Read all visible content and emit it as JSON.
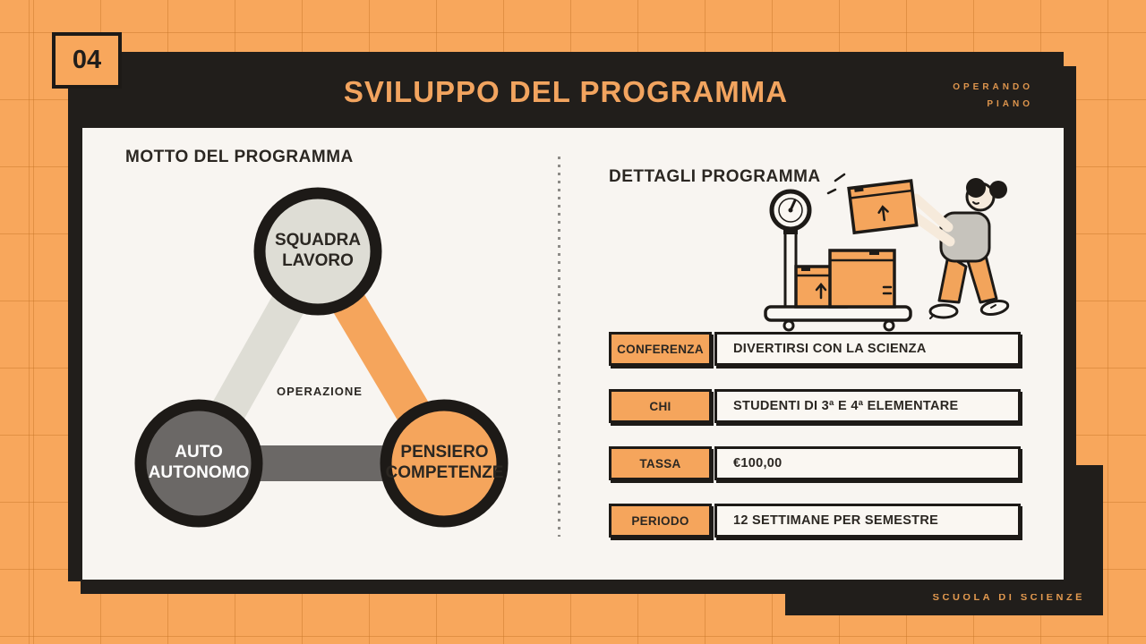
{
  "page_number": "04",
  "title": "SVILUPPO DEL PROGRAMMA",
  "corner_tag": {
    "line1": "OPERANDO",
    "line2": "PIANO"
  },
  "footer_tag": "SCUOLA DI SCIENZE",
  "left_panel": {
    "heading": "MOTTO DEL PROGRAMMA",
    "diagram": {
      "center_label": "OPERAZIONE",
      "nodes": [
        {
          "label": "SQUADRA LAVORO",
          "fill": "#DEDDD5",
          "text_color": "#2B2722"
        },
        {
          "label": "AUTO AUTONOMO",
          "fill": "#6B6866",
          "text_color": "#FFFFFF"
        },
        {
          "label": "PENSIERO COMPETENZE",
          "fill": "#F5A55C",
          "text_color": "#2B2722"
        }
      ]
    }
  },
  "right_panel": {
    "heading": "DETTAGLI PROGRAMMA",
    "illustration": "woman-loading-boxes-on-platform-scale",
    "table": {
      "rows": [
        {
          "label": "CONFERENZA",
          "value": "DIVERTIRSI CON LA SCIENZA"
        },
        {
          "label": "CHI",
          "value": "STUDENTI DI 3ª E 4ª ELEMENTARE"
        },
        {
          "label": "TASSA",
          "value": "€100,00"
        },
        {
          "label": "PERIODO",
          "value": "12 SETTIMANE PER SEMESTRE"
        }
      ]
    }
  },
  "colors": {
    "background_orange": "#F8A75C",
    "accent_orange": "#F5A55C",
    "dark": "#211E1B",
    "cream": "#F8F5F1",
    "light_gray": "#DEDDD5",
    "mid_gray": "#6B6866",
    "title_orange": "#F2A45F"
  }
}
